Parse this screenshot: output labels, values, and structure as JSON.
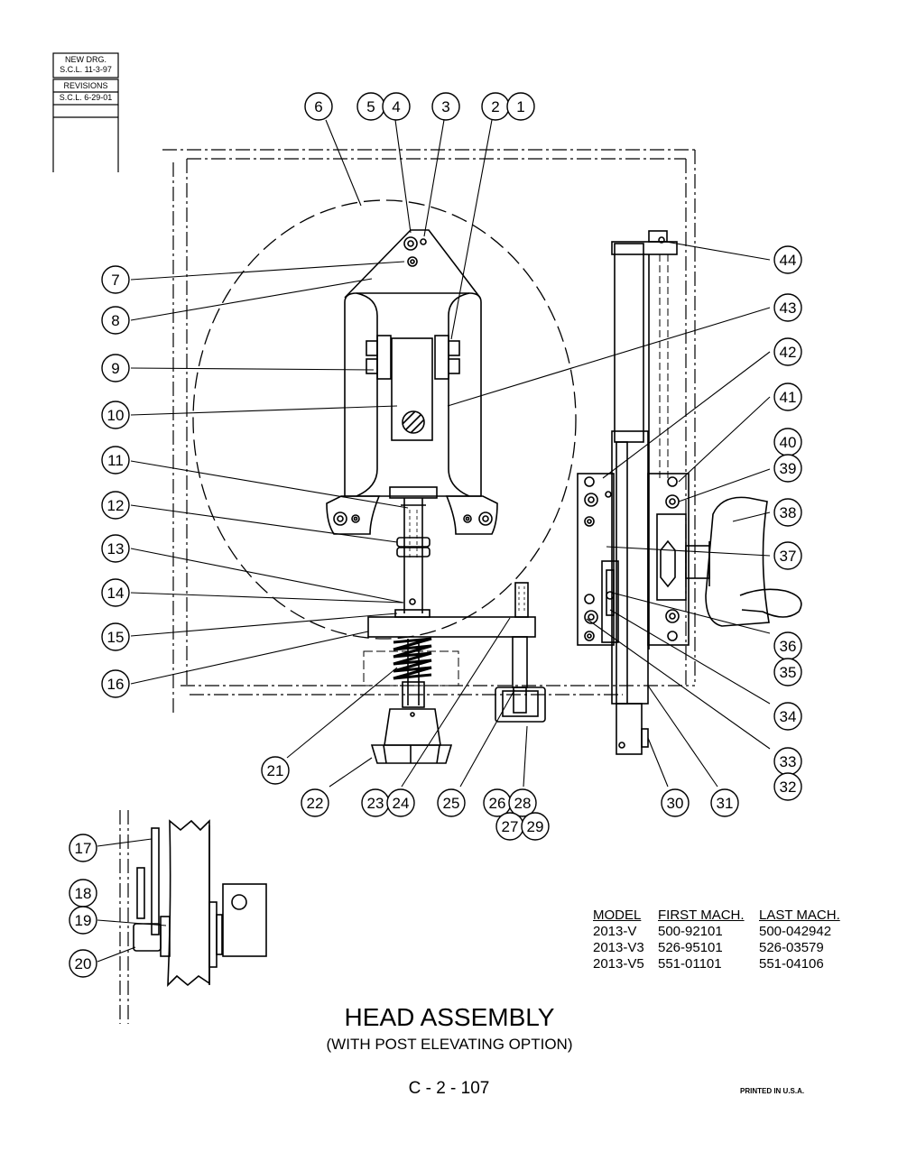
{
  "revision_block": {
    "new_drawing": "NEW DRG.",
    "new_drawing_date": "S.C.L. 11-3-97",
    "revisions_label": "REVISIONS",
    "revision_date": "S.C.L. 6-29-01"
  },
  "callouts": [
    "1",
    "2",
    "3",
    "4",
    "5",
    "6",
    "7",
    "8",
    "9",
    "10",
    "11",
    "12",
    "13",
    "14",
    "15",
    "16",
    "17",
    "18",
    "19",
    "20",
    "21",
    "22",
    "23",
    "24",
    "25",
    "26",
    "27",
    "28",
    "29",
    "30",
    "31",
    "32",
    "33",
    "34",
    "35",
    "36",
    "37",
    "38",
    "39",
    "40",
    "41",
    "42",
    "43",
    "44"
  ],
  "model_table": {
    "headers": [
      "MODEL",
      "FIRST MACH.",
      "LAST MACH."
    ],
    "rows": [
      [
        "2013-V",
        "500-92101",
        "500-042942"
      ],
      [
        "2013-V3",
        "526-95101",
        "526-03579"
      ],
      [
        "2013-V5",
        "551-01101",
        "551-04106"
      ]
    ]
  },
  "title": "HEAD ASSEMBLY",
  "subtitle": "(WITH POST ELEVATING OPTION)",
  "drawing_number": "C - 2 - 107",
  "printed": "PRINTED IN U.S.A."
}
